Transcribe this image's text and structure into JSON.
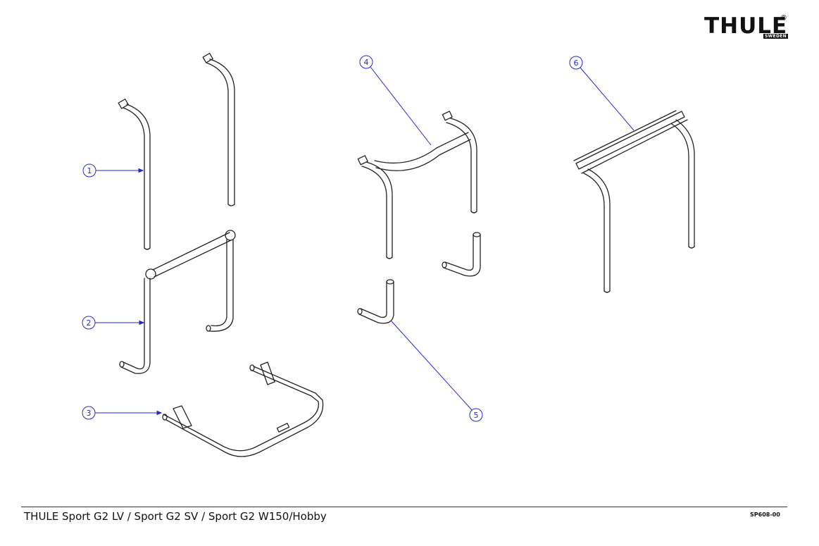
{
  "brand": {
    "logo_text": "THULE",
    "logo_subtext": "SWEDEN",
    "registered_mark": "®"
  },
  "callouts": [
    {
      "label": "1"
    },
    {
      "label": "2"
    },
    {
      "label": "3"
    },
    {
      "label": "4"
    },
    {
      "label": "5"
    },
    {
      "label": "6"
    }
  ],
  "footer": {
    "title": "THULE Sport G2 LV / Sport G2 SV / Sport G2 W150/Hobby",
    "code": "SP608-00"
  },
  "colors": {
    "callout": "#2727c9",
    "line": "#222222"
  }
}
